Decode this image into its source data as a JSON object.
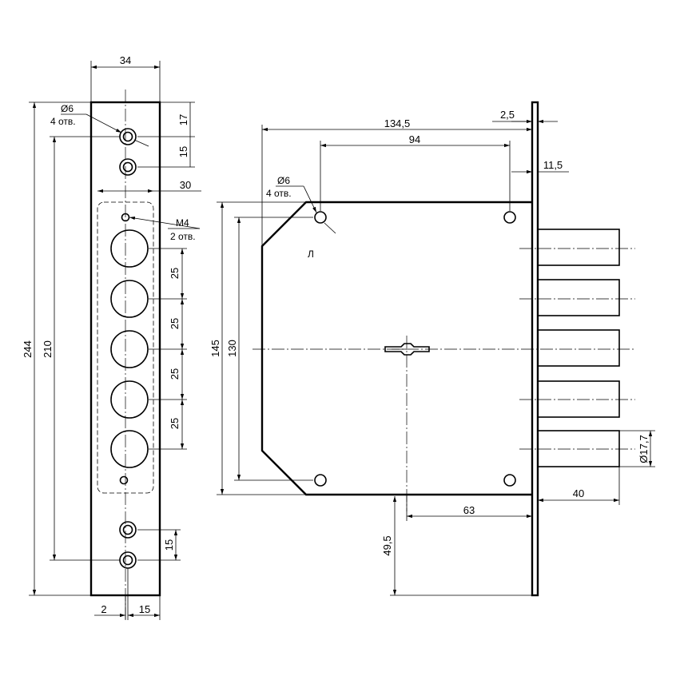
{
  "dimensions": {
    "strip_width": "34",
    "top_hole_offset": "17",
    "hole_spacing_top": "15",
    "lower_hole_spacing": "15",
    "block_width": "30",
    "hole_pitch": [
      "25",
      "25",
      "25",
      "25"
    ],
    "overall_height": "244",
    "mount_height": "210",
    "gap_small": "2",
    "bottom_offset": "15",
    "body_width_total": "134,5",
    "faceplate_thickness": "2,5",
    "hole_spacing_horizontal": "94",
    "faceplate_offset": "11,5",
    "body_height": "145",
    "hole_spacing_vertical": "130",
    "backset": "63",
    "bolt_projection": "40",
    "key_to_bottom": "49,5",
    "bolt_diameter": "Ø17,7"
  },
  "notes": {
    "strip_hole": {
      "size": "Ø6",
      "count": "4 отв."
    },
    "strip_thread": {
      "size": "M4",
      "count": "2 отв."
    },
    "body_hole": {
      "size": "Ø6",
      "count": "4 отв."
    },
    "hand_mark": "Л"
  }
}
